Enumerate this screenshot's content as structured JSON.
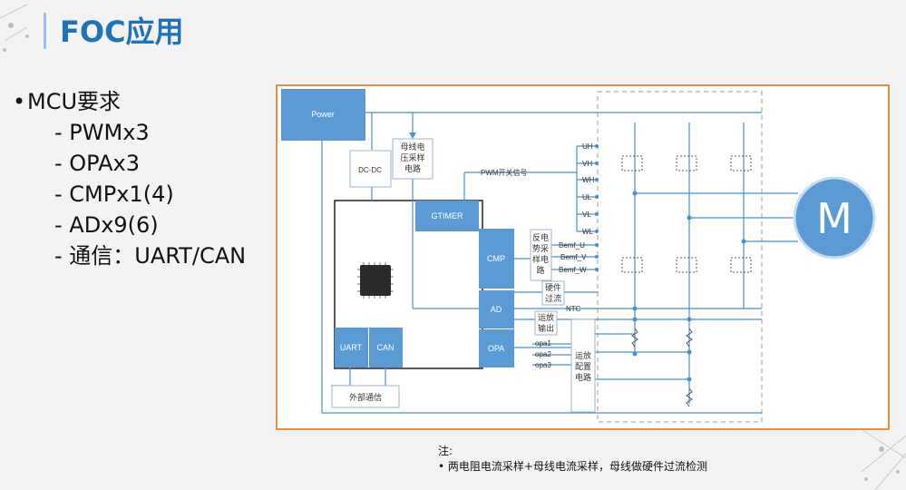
{
  "title": "FOC应用",
  "bullets": {
    "main": "MCU要求",
    "items": [
      "- PWMx3",
      "- OPAx3",
      "- CMPx1(4)",
      "- ADx9(6)",
      "- 通信：UART/CAN"
    ]
  },
  "diagram": {
    "power": "Power",
    "dcdc": "DC-DC",
    "bus_voltage": [
      "母线电",
      "压采样",
      "电路"
    ],
    "gtimer": "GTIMER",
    "pwm_signal": "PWM开关信号",
    "cmp": "CMP",
    "ad": "AD",
    "opa": "OPA",
    "uart": "UART",
    "can": "CAN",
    "ext_comm": "外部通信",
    "back_emf": [
      "反电",
      "势采",
      "样电",
      "路"
    ],
    "hw_overcurrent": [
      "硬件",
      "过流"
    ],
    "opamp_output": [
      "运放",
      "输出"
    ],
    "opamp_config": [
      "运放",
      "配置",
      "电路"
    ],
    "gate_signals": [
      "UH",
      "VH",
      "WH",
      "UL",
      "VL",
      "WL"
    ],
    "bemf_signals": [
      "Bemf_U",
      "Bemf_V",
      "Bemf_W"
    ],
    "ntc": "NTC",
    "opa_signals": [
      "opa1",
      "opa2",
      "opa3"
    ],
    "motor": "M"
  },
  "note": {
    "label": "注:",
    "text": "• 两电阻电流采样+母线电流采样，母线做硬件过流检测"
  },
  "colors": {
    "title": "#1f73b8",
    "block": "#5b9bd5",
    "line": "#4a8fd0",
    "frame": "#f08a3c",
    "dashed": "#bdbdbd"
  }
}
